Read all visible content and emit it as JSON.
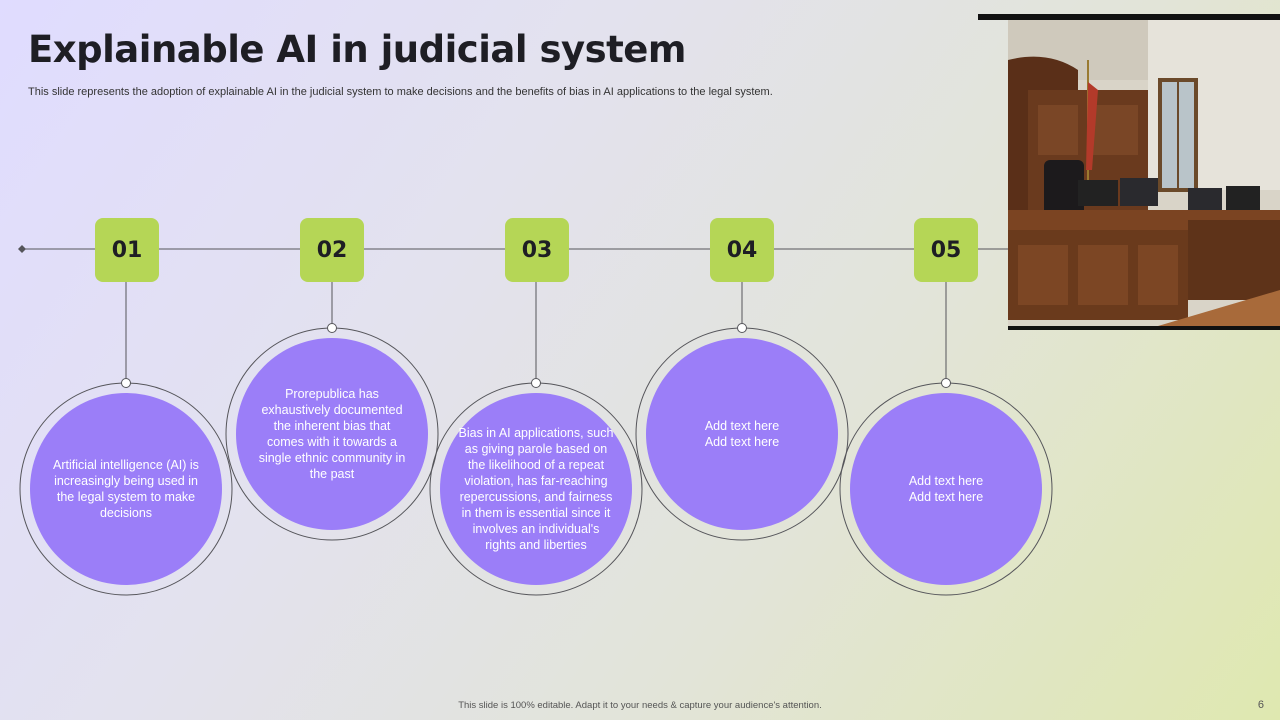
{
  "slide": {
    "title": "Explainable AI in judicial system",
    "subtitle": "This slide represents the adoption of explainable AI in the judicial system to make decisions and the benefits of bias in AI applications to the legal system.",
    "footer": "This slide is 100% editable. Adapt it to your needs & capture your audience's attention.",
    "page_number": "6"
  },
  "colors": {
    "number_box": "#b5d656",
    "circle_fill": "#9b7ef8",
    "ring_stroke": "#55555a",
    "timeline_line": "#55555a"
  },
  "steps": [
    {
      "number": "01",
      "text": "Artificial intelligence (AI) is increasingly being used in the legal system to make decisions"
    },
    {
      "number": "02",
      "text": "Prorepublica has exhaustively documented the inherent bias that comes with it towards a single ethnic community in the past"
    },
    {
      "number": "03",
      "text": "Bias in AI applications, such as giving parole based on the likelihood of a repeat violation, has far-reaching repercussions, and fairness in them is essential since it involves an individual's rights and liberties"
    },
    {
      "number": "04",
      "text": "Add text here\nAdd text here"
    },
    {
      "number": "05",
      "text": "Add text here\nAdd text here"
    }
  ],
  "image": {
    "icon": "courtroom-photo"
  }
}
